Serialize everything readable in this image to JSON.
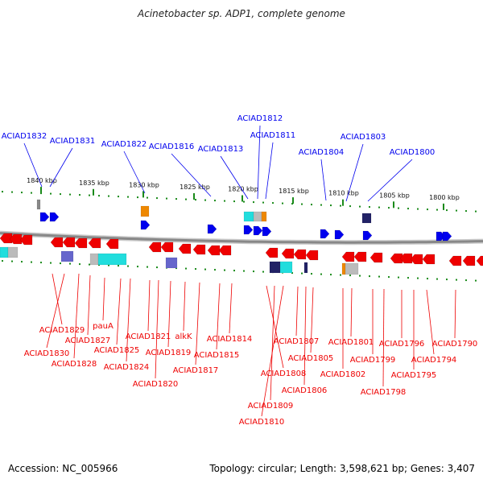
{
  "title": "Acinetobacter sp. ADP1, complete genome",
  "footer": {
    "accession": "Accession: NC_005966",
    "summary": "Topology: circular; Length: 3,598,621 bp; Genes: 3,407"
  },
  "colors": {
    "forward": "#0000ee",
    "reverse": "#ee0000",
    "backbone": "#888888",
    "tick": "#1a8a1a",
    "cyan": "#22dddd",
    "purple": "#6666cc",
    "navy": "#222266",
    "orange": "#ee8800",
    "grey": "#bbbbbb"
  },
  "scale_ticks": [
    "1840 kbp",
    "1835 kbp",
    "1830 kbp",
    "1825 kbp",
    "1820 kbp",
    "1815 kbp",
    "1810 kbp",
    "1805 kbp",
    "1800 kbp"
  ],
  "forward_genes": [
    "ACIAD1832",
    "ACIAD1831",
    "ACIAD1822",
    "ACIAD1816",
    "ACIAD1813",
    "ACIAD1812",
    "ACIAD1811",
    "ACIAD1804",
    "ACIAD1803",
    "ACIAD1800"
  ],
  "reverse_genes": [
    "ACIAD1829",
    "ACIAD1830",
    "ACIAD1828",
    "ACIAD1827",
    "pauA",
    "ACIAD1825",
    "ACIAD1824",
    "ACIAD1821",
    "ACIAD1820",
    "ACIAD1819",
    "alkK",
    "ACIAD1817",
    "ACIAD1815",
    "ACIAD1814",
    "ACIAD1808",
    "ACIAD1809",
    "ACIAD1810",
    "ACIAD1807",
    "ACIAD1806",
    "ACIAD1805",
    "ACIAD1802",
    "ACIAD1801",
    "ACIAD1799",
    "ACIAD1798",
    "ACIAD1796",
    "ACIAD1795",
    "ACIAD1794",
    "ACIAD1790"
  ]
}
